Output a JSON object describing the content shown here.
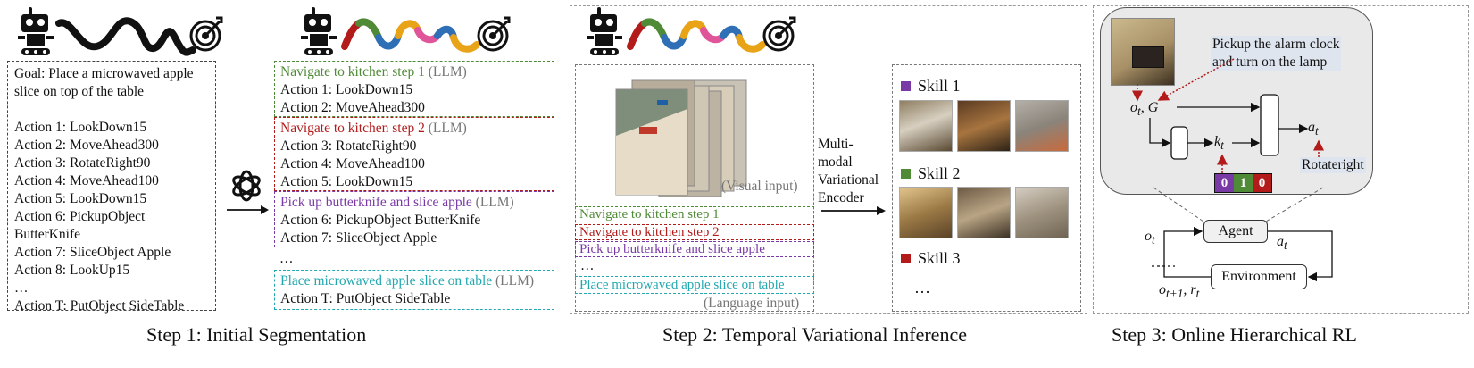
{
  "step1": {
    "goal_line1": "Goal: Place a microwaved  apple",
    "goal_line2": "slice on top of the table",
    "actions": [
      "Action 1: LookDown15",
      "Action 2: MoveAhead300",
      "Action 3: RotateRight90",
      "Action 4: MoveAhead100",
      "Action 5: LookDown15",
      "Action 6: PickupObject",
      "ButterKnife",
      "Action 7: SliceObject Apple",
      "Action 8: LookUp15",
      "…",
      "Action T: PutObject SideTable"
    ],
    "segments": {
      "s1_title": "Navigate to kitchen step 1",
      "s1_a": "Action 1: LookDown15",
      "s1_b": "Action 2: MoveAhead300",
      "s2_title": "Navigate to kitchen step 2",
      "s2_a": "Action 3: RotateRight90",
      "s2_b": "Action 4: MoveAhead100",
      "s2_c": "Action 5: LookDown15",
      "s3_title": "Pick up butterknife and slice apple",
      "s3_a": "Action 6: PickupObject ButterKnife",
      "s3_b": "Action 7: SliceObject Apple",
      "ellipsis": "…",
      "s4_title": "Place microwaved  apple slice on table",
      "s4_a": "Action T: PutObject SideTable",
      "llm_tag": "(LLM)"
    },
    "caption": "Step 1: Initial Segmentation"
  },
  "step2": {
    "visual_label": "(Visual input)",
    "language_label": "(Language input)",
    "tags": [
      "Navigate to kitchen step 1",
      "Navigate to kitchen step 2",
      "Pick up butterknife and slice apple",
      "…",
      "Place microwaved  apple slice on table"
    ],
    "encoder_lines": [
      "Multi-",
      "modal",
      "Variational",
      "Encoder"
    ],
    "skills": [
      "Skill 1",
      "Skill 2",
      "Skill 3"
    ],
    "skills_ellipsis": "…",
    "caption": "Step 2: Temporal Variational Inference"
  },
  "step3": {
    "instruction_line1": "Pickup the alarm clock",
    "instruction_line2": "and turn on the lamp",
    "o_t_G": "o",
    "o_sub": "t",
    "G_label": ", G",
    "k_label": "k",
    "k_sub": "t",
    "a_label": "a",
    "a_sub": "t",
    "rotate_label": "Rotateright",
    "code_bits": [
      "0",
      "1",
      "0"
    ],
    "agent_label": "Agent",
    "env_label": "Environment",
    "obs_label": "o",
    "obs_sub": "t",
    "act_label": "a",
    "act_sub": "t",
    "next_label": "o",
    "next_sub": "t+1",
    "r_label": ", r",
    "r_sub": "t",
    "caption": "Step 3: Online Hierarchical RL"
  },
  "colors": {
    "green": "#4f8a36",
    "red": "#b31b1b",
    "purple": "#7a3aa6",
    "teal": "#22a8b0",
    "blue": "#2f6fb5",
    "orange": "#e8a317",
    "pink": "#e0559a"
  }
}
